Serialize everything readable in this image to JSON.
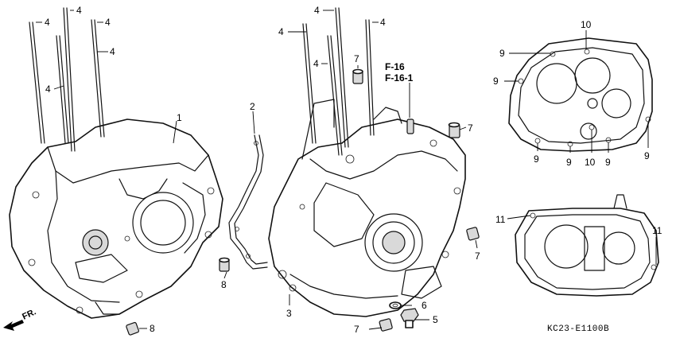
{
  "diagram": {
    "code": "KC23-E1100B",
    "front_label": "FR.",
    "references": [
      "F-16",
      "F-16-1"
    ],
    "callouts": {
      "stud_bolt": "4",
      "crankcase_right": "1",
      "gasket": "2",
      "crankcase_left": "3",
      "oil_drain_bolt": "5",
      "sealing_washer": "6",
      "dowel_pin_a": "7",
      "dowel_pin_b": "8",
      "cover_bolt_a": "9",
      "cover_bolt_b": "10",
      "cover_bolt_c": "11"
    }
  }
}
